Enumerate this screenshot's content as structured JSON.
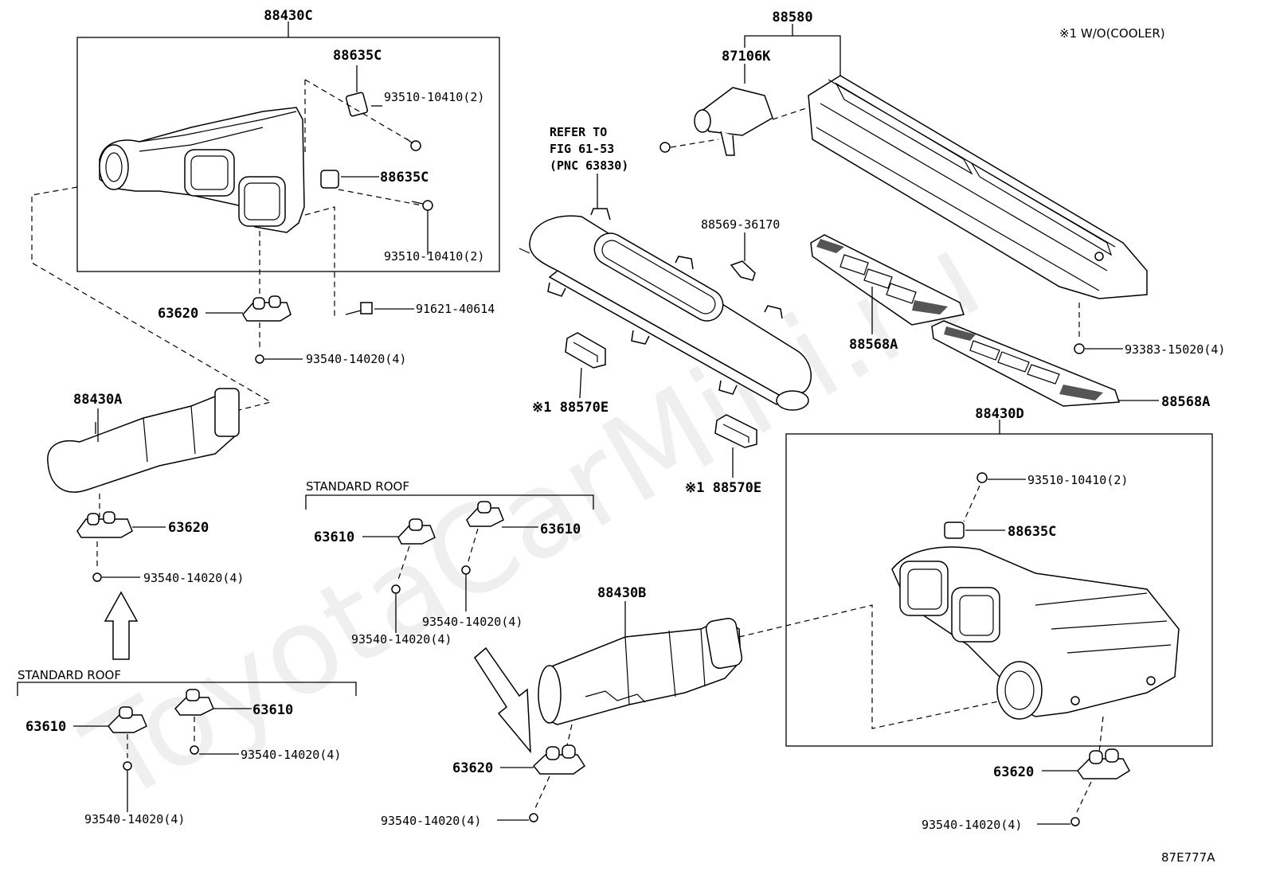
{
  "watermark": "ToyotaCarMini.ru",
  "note_top_right": "※1 W/O(COOLER)",
  "figure_id": "87E777A",
  "refer_note": {
    "line1": "REFER TO",
    "line2": "FIG 61-53",
    "line3": "(PNC 63830)"
  },
  "groups": {
    "box_88430C": "88430C",
    "box_88430D": "88430D",
    "bracket_88580": "88580"
  },
  "roof_labels": {
    "middle": "STANDARD ROOF",
    "bottom_left": "STANDARD ROOF"
  },
  "labels": {
    "p88635C_top": "88635C",
    "s93510_top": "93510-10410(2)",
    "p88635C_mid": "88635C",
    "s93510_mid": "93510-10410(2)",
    "b91621": "91621-40614",
    "p63620_a": "63620",
    "s93540_a": "93540-14020(4)",
    "p88430A": "88430A",
    "p63620_b": "63620",
    "s93540_b": "93540-14020(4)",
    "p87106K": "87106K",
    "p88569": "88569-36170",
    "p88568A_1": "88568A",
    "p88568A_2": "88568A",
    "s93383": "93383-15020(4)",
    "p88570E_1": "※1 88570E",
    "p88570E_2": "※1 88570E",
    "p63610_m1": "63610",
    "p63610_m2": "63610",
    "s93540_m2": "93540-14020(4)",
    "s93540_m1": "93540-14020(4)",
    "p88430B": "88430B",
    "p63610_l1": "63610",
    "p63610_l2": "63610",
    "s93540_l2": "93540-14020(4)",
    "s93540_l1": "93540-14020(4)",
    "p63620_c": "63620",
    "s93540_c": "93540-14020(4)",
    "s93510_d": "93510-10410(2)",
    "p88635C_d": "88635C",
    "p63620_d": "63620",
    "s93540_d": "93540-14020(4)"
  }
}
